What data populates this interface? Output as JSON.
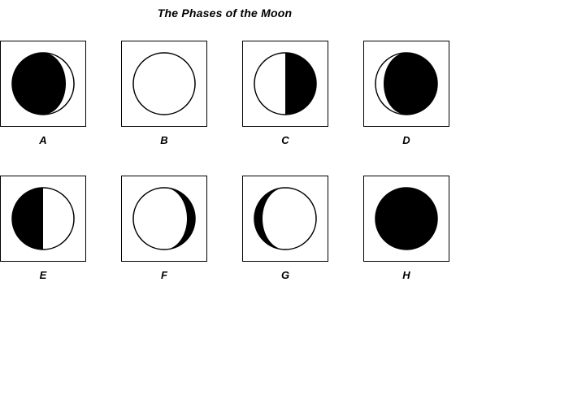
{
  "title": "The Phases of the Moon",
  "phases": [
    {
      "label": "A",
      "shape": "waning-crescent",
      "dark_color": "#000000",
      "light_color": "#ffffff"
    },
    {
      "label": "B",
      "shape": "full",
      "dark_color": "#000000",
      "light_color": "#ffffff"
    },
    {
      "label": "C",
      "shape": "right-half-dark",
      "dark_color": "#000000",
      "light_color": "#ffffff"
    },
    {
      "label": "D",
      "shape": "waxing-crescent-thin",
      "dark_color": "#000000",
      "light_color": "#ffffff"
    },
    {
      "label": "E",
      "shape": "left-half-dark",
      "dark_color": "#000000",
      "light_color": "#ffffff"
    },
    {
      "label": "F",
      "shape": "gibbous-right-shadow",
      "dark_color": "#000000",
      "light_color": "#ffffff"
    },
    {
      "label": "G",
      "shape": "gibbous-left-shadow",
      "dark_color": "#000000",
      "light_color": "#ffffff"
    },
    {
      "label": "H",
      "shape": "new",
      "dark_color": "#000000",
      "light_color": "#ffffff"
    }
  ]
}
